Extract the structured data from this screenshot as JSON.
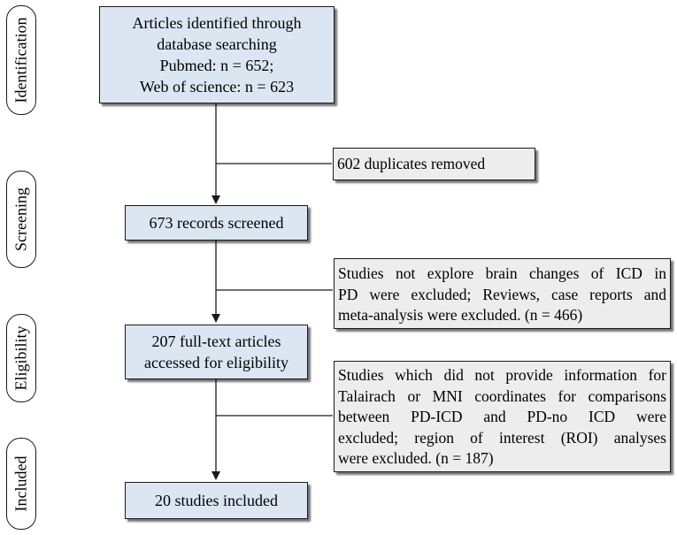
{
  "stages": [
    "Identification",
    "Screening",
    "Eligibility",
    "Included"
  ],
  "identified": {
    "lines": [
      "Articles identified through",
      "database searching",
      "Pubmed: n = 652;",
      "Web of science: n = 623"
    ]
  },
  "duplicates": {
    "text": "602 duplicates removed"
  },
  "screened": {
    "text": "673 records screened"
  },
  "excluded_screening": {
    "lines": [
      "Studies not explore brain changes of ICD in",
      "PD were excluded; Reviews, case reports and",
      "meta-analysis were excluded. (n = 466)"
    ]
  },
  "fulltext": {
    "lines": [
      "207 full-text articles",
      "accessed for eligibility"
    ]
  },
  "excluded_eligibility": {
    "lines": [
      "Studies which did not provide information for",
      "Talairach or MNI coordinates for comparisons",
      "between PD-ICD and PD-no ICD were",
      "excluded; region of interest (ROI) analyses",
      "were excluded. (n = 187)"
    ]
  },
  "included": {
    "text": "20 studies included"
  }
}
